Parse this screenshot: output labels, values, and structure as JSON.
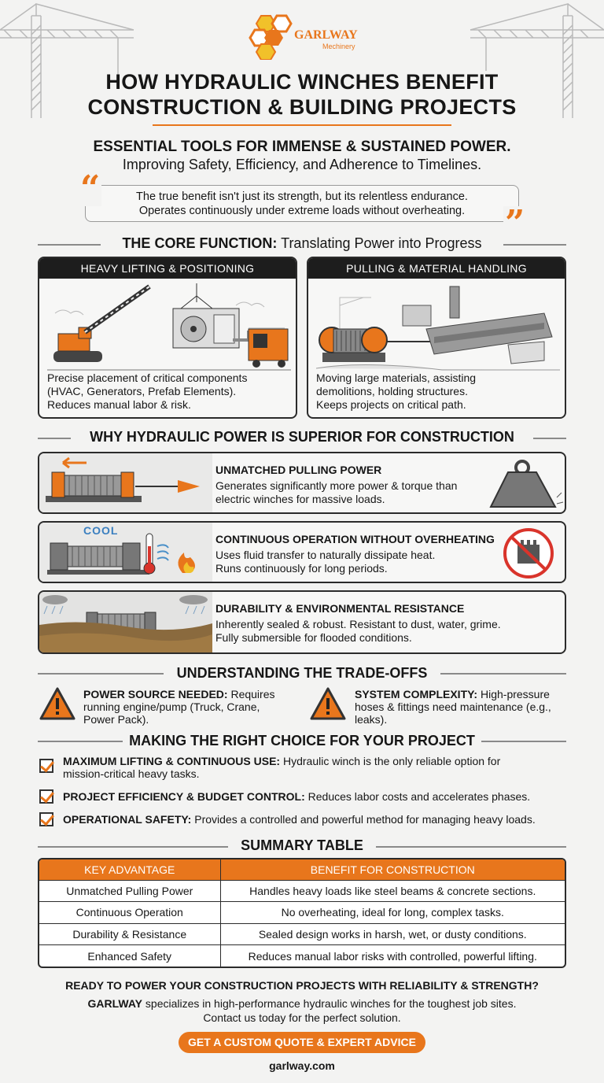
{
  "brand": {
    "name": "GARLWAY",
    "tagline": "Mechinery"
  },
  "title": {
    "line1": "HOW HYDRAULIC WINCHES BENEFIT",
    "line2": "CONSTRUCTION & BUILDING PROJECTS"
  },
  "subtitle": {
    "line1": "ESSENTIAL TOOLS FOR IMMENSE & SUSTAINED POWER.",
    "line2": "Improving Safety, Efficiency, and Adherence to Timelines."
  },
  "quote": {
    "line1": "The true benefit isn't just its strength, but its relentless endurance.",
    "line2": "Operates continuously under extreme loads without overheating."
  },
  "core": {
    "heading_bold": "THE CORE FUNCTION:",
    "heading_rest": " Translating Power into Progress",
    "cards": [
      {
        "title": "HEAVY LIFTING & POSITIONING",
        "lines": [
          "Precise placement of critical components",
          "(HVAC, Generators, Prefab Elements).",
          "Reduces manual labor & risk."
        ]
      },
      {
        "title": "PULLING & MATERIAL HANDLING",
        "lines": [
          "Moving large materials, assisting",
          "demolitions, holding structures.",
          "Keeps projects on critical path."
        ]
      }
    ]
  },
  "why": {
    "heading": "WHY HYDRAULIC POWER IS SUPERIOR FOR CONSTRUCTION",
    "items": [
      {
        "title": "UNMATCHED PULLING POWER",
        "lines": [
          "Generates significantly more power & torque than",
          "electric winches for massive loads."
        ]
      },
      {
        "title": "CONTINUOUS OPERATION WITHOUT OVERHEATING",
        "lines": [
          "Uses fluid transfer to naturally dissipate heat.",
          "Runs continuously for long periods."
        ],
        "badge": "COOL"
      },
      {
        "title": "DURABILITY & ENVIRONMENTAL RESISTANCE",
        "lines": [
          "Inherently sealed & robust. Resistant to dust, water, grime.",
          "Fully submersible for flooded conditions."
        ]
      }
    ]
  },
  "tradeoffs": {
    "heading": "UNDERSTANDING THE TRADE-OFFS",
    "items": [
      {
        "bold": "POWER SOURCE NEEDED:",
        "line1": " Requires",
        "line2": "running engine/pump (Truck, Crane,",
        "line3": "Power Pack)."
      },
      {
        "bold": "SYSTEM COMPLEXITY:",
        "line1": " High-pressure",
        "line2": "hoses & fittings need maintenance (e.g.,",
        "line3": "leaks)."
      }
    ]
  },
  "choice": {
    "heading": "MAKING THE RIGHT CHOICE FOR YOUR PROJECT",
    "items": [
      {
        "bold": "MAXIMUM LIFTING & CONTINUOUS USE:",
        "rest": " Hydraulic winch is the only reliable option for",
        "line2": "mission-critical heavy tasks."
      },
      {
        "bold": "PROJECT EFFICIENCY & BUDGET CONTROL:",
        "rest": " Reduces labor costs and accelerates phases."
      },
      {
        "bold": "OPERATIONAL SAFETY:",
        "rest": " Provides a controlled and powerful method for managing heavy loads."
      }
    ]
  },
  "summary": {
    "heading": "SUMMARY TABLE",
    "columns": [
      "KEY ADVANTAGE",
      "BENEFIT FOR CONSTRUCTION"
    ],
    "rows": [
      [
        "Unmatched Pulling Power",
        "Handles heavy loads like steel beams & concrete sections."
      ],
      [
        "Continuous Operation",
        "No overheating, ideal for long, complex tasks."
      ],
      [
        "Durability & Resistance",
        "Sealed design works in harsh, wet, or dusty conditions."
      ],
      [
        "Enhanced Safety",
        "Reduces manual labor risks with controlled, powerful lifting."
      ]
    ]
  },
  "cta": {
    "heading": "READY TO POWER YOUR CONSTRUCTION PROJECTS WITH RELIABILITY & STRENGTH?",
    "brand_bold": "GARLWAY",
    "line1_rest": " specializes in high-performance hydraulic winches for the toughest job sites.",
    "line2": "Contact us today for the perfect solution.",
    "button": "GET A CUSTOM QUOTE & EXPERT ADVICE",
    "url": "garlway.com"
  },
  "colors": {
    "accent": "#e8761c",
    "dark": "#1d1d1d",
    "background": "#f3f3f2"
  }
}
